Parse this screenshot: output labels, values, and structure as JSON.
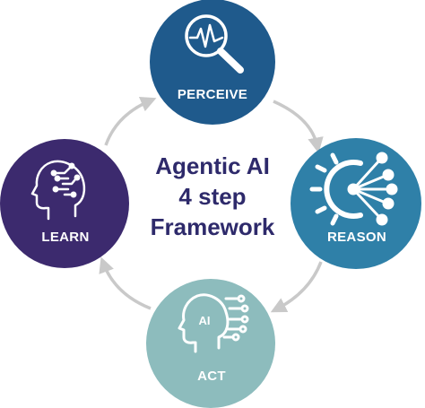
{
  "title": {
    "line1": "Agentic AI",
    "line2": "4 step",
    "line3": "Framework"
  },
  "steps": [
    {
      "id": "perceive",
      "label": "PERCEIVE",
      "icon": "magnifier-pulse-icon",
      "color": "#1f5a8c"
    },
    {
      "id": "reason",
      "label": "REASON",
      "icon": "gear-network-icon",
      "color": "#2f80a8"
    },
    {
      "id": "act",
      "label": "ACT",
      "icon": "ai-head-circuit-icon",
      "color": "#8dbcbd"
    },
    {
      "id": "learn",
      "label": "LEARN",
      "icon": "brain-head-icon",
      "color": "#3c2a6e"
    }
  ],
  "act_icon_text": "AI",
  "colors": {
    "title": "#2e2a6b",
    "arrow": "#c9c9c9",
    "label": "#ffffff"
  }
}
